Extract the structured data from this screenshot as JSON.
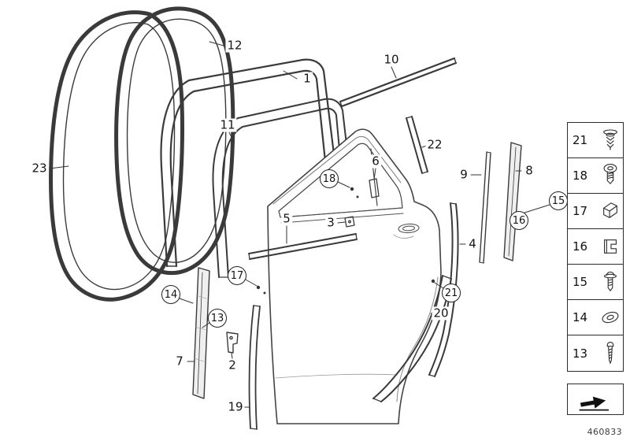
{
  "figure": {
    "drawing_number": "460833"
  },
  "callouts": [
    {
      "label": "1",
      "circled": false
    },
    {
      "label": "2",
      "circled": false
    },
    {
      "label": "3",
      "circled": false
    },
    {
      "label": "4",
      "circled": false
    },
    {
      "label": "5",
      "circled": false
    },
    {
      "label": "6",
      "circled": false
    },
    {
      "label": "7",
      "circled": false
    },
    {
      "label": "8",
      "circled": false
    },
    {
      "label": "9",
      "circled": false
    },
    {
      "label": "10",
      "circled": false
    },
    {
      "label": "11",
      "circled": false
    },
    {
      "label": "12",
      "circled": false
    },
    {
      "label": "13",
      "circled": true
    },
    {
      "label": "14",
      "circled": true
    },
    {
      "label": "15",
      "circled": true
    },
    {
      "label": "16",
      "circled": true
    },
    {
      "label": "17",
      "circled": true
    },
    {
      "label": "18",
      "circled": true
    },
    {
      "label": "19",
      "circled": false
    },
    {
      "label": "20",
      "circled": false
    },
    {
      "label": "21",
      "circled": true
    },
    {
      "label": "22",
      "circled": false
    },
    {
      "label": "23",
      "circled": false
    }
  ],
  "legend": {
    "rows": [
      {
        "label": "21",
        "icon": "expanding-rivet-icon"
      },
      {
        "label": "18",
        "icon": "screw-with-washer-icon"
      },
      {
        "label": "17",
        "icon": "spring-clip-icon"
      },
      {
        "label": "16",
        "icon": "clamp-clip-icon"
      },
      {
        "label": "15",
        "icon": "fillister-screw-icon"
      },
      {
        "label": "14",
        "icon": "grommet-icon"
      },
      {
        "label": "13",
        "icon": "self-tapping-screw-icon"
      }
    ],
    "footer_icon": "direction-arrow-icon"
  }
}
